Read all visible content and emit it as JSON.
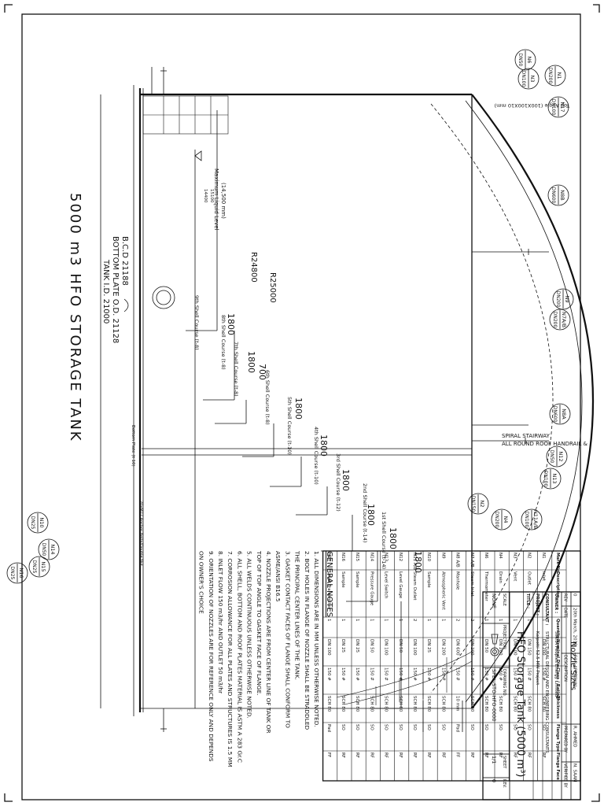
{
  "drawing": {
    "title": "5000 m3 HFO STORAGE TANK",
    "top_angle": "Top Angle (100X100X10 mm)",
    "liquid_level": "Maximum Liquid Level",
    "liquid_level_value": "(14,500 mm)",
    "r_inner": "R24800",
    "r_outer": "R25000",
    "handrail": "ALL ROUND ROOF HANDRAIL &",
    "stairway": "SPIRAL STAIRWAY",
    "tank_id": "TANK I.D. 21000",
    "bottom_od": "BOTTOM PLATE O.D. 21128",
    "bcd": "B.C.D 21188",
    "bottom_plate": "Bottom Plate (t 10)",
    "anchor": "20xM27 Anchor Bolts/Double Nut",
    "height_dims": [
      "14400",
      "15100"
    ]
  },
  "courses": [
    {
      "label": "9th Shell Course (t-8)",
      "dim": "1800"
    },
    {
      "label": "8th Shell Course (t-8)",
      "dim": "1800"
    },
    {
      "label": "7th Shell Course (t-8)",
      "dim": "700"
    },
    {
      "label": "6th Shell Course (t-8)",
      "dim": "1800"
    },
    {
      "label": "5th Shell Course (t-10)",
      "dim": "1800"
    },
    {
      "label": "4th Shell Course (t-10)",
      "dim": "1800"
    },
    {
      "label": "3rd Shell Course (t-12)",
      "dim": "1800"
    },
    {
      "label": "2nd Shell Course (t-14)",
      "dim": "1800"
    },
    {
      "label": "1st Shell Course (t-14)",
      "dim": "1800"
    }
  ],
  "nozzle_tags": [
    {
      "tag": "N1",
      "size": "DN200"
    },
    {
      "tag": "N17",
      "size": "DN100"
    },
    {
      "tag": "N6",
      "size": "DN50"
    },
    {
      "tag": "N3",
      "size": "DN100"
    },
    {
      "tag": "N8B",
      "size": "DN600"
    },
    {
      "tag": "N9",
      "size": "DN200"
    },
    {
      "tag": "N7A/B",
      "size": "DN200"
    },
    {
      "tag": "N8A",
      "size": "DN600"
    },
    {
      "tag": "N12",
      "size": "DN50"
    },
    {
      "tag": "N13",
      "size": "DN100"
    },
    {
      "tag": "N11A/B",
      "size": "DN100"
    },
    {
      "tag": "N4",
      "size": "DN200"
    },
    {
      "tag": "N2",
      "size": "DN150"
    },
    {
      "tag": "N10",
      "size": "DN25"
    },
    {
      "tag": "N14",
      "size": "DN50"
    },
    {
      "tag": "N15",
      "size": "DN25"
    },
    {
      "tag": "N16",
      "size": "DN25"
    }
  ],
  "nozzle_table": {
    "title": "Nozzle Sizes",
    "headers": [
      "Mark No.",
      "Description",
      "Quantity",
      "Nominal Dia.",
      "Class / Rating",
      "Thickness",
      "Flange Type",
      "Flange Face"
    ],
    "rows": [
      [
        "N1",
        "Inlet",
        "1",
        "DN 200",
        "150 #",
        "SCH 80",
        "SO",
        "RF"
      ],
      [
        "N2",
        "Outlet",
        "1",
        "DN 150",
        "150 #",
        "SCH 80",
        "SO",
        "RF"
      ],
      [
        "N3",
        "Vent",
        "1",
        "DN 100",
        "150 #",
        "SCH 80",
        "SO",
        "RF"
      ],
      [
        "N4",
        "Drain",
        "1",
        "DN 200",
        "150 #",
        "SCH 80",
        "SO",
        "RF"
      ],
      [
        "N6",
        "Thermometer",
        "1",
        "DN 50",
        "150 #",
        "SCH 80",
        "SO",
        "RF"
      ],
      [
        "N7 A/B",
        "Steam Inlet",
        "2",
        "DN 200",
        "150 #",
        "SCH 80",
        "SO",
        "RF"
      ],
      [
        "N8 A/B",
        "Manhole",
        "2",
        "DN 600",
        "150 #",
        "10 mm",
        "Pad",
        "FF"
      ],
      [
        "N9",
        "Atmospheric Vent",
        "1",
        "DN 200",
        "150 #",
        "SCH 80",
        "SO",
        "RF"
      ],
      [
        "N10",
        "Sample",
        "1",
        "DN 25",
        "150 #",
        "SCH 80",
        "SO",
        "RF"
      ],
      [
        "N11 A/B",
        "Steam Outlet",
        "2",
        "DN 100",
        "150 #",
        "SCH 80",
        "SO",
        "RF"
      ],
      [
        "N12",
        "Level Gauge",
        "1",
        "DN 50",
        "150 #",
        "SCH 80",
        "SO",
        "RF"
      ],
      [
        "N13",
        "Level Switch",
        "1",
        "DN 100",
        "150 #",
        "SCH 80",
        "SO",
        "RF"
      ],
      [
        "N14",
        "Pressure Gauge",
        "1",
        "DN 50",
        "150 #",
        "SCH 80",
        "SO",
        "RF"
      ],
      [
        "N15",
        "Sample",
        "1",
        "DN 25",
        "150 #",
        "SCH 80",
        "SO",
        "RF"
      ],
      [
        "N16",
        "Sample",
        "1",
        "DN 25",
        "150 #",
        "SCH 80",
        "SO",
        "RF"
      ],
      [
        "N17",
        "Level Transmitter",
        "1",
        "DN 100",
        "150 #",
        "SCH 80",
        "Pad",
        "FF"
      ]
    ]
  },
  "notes": {
    "heading": "GENERAL NOTES",
    "items": [
      "1. ALL DIMENSIONS ARE IN MM UNLESS OTHERWISE NOTED.",
      "2. BOLT HOLES IN FLANGE OF NOZZLE SHALL BE STRADDLED",
      "    THE PRINCIPAL CENTER LINES OF THE TANK.",
      "3. GASKET CONTACT FACES OF FLANGE SHALL CONFORM TO",
      "    ASME/ANSI B16.5",
      "4. NOZZLE PROJECTIONS ARE FROM CENTER LINE OF TANK OR",
      "    TOP OF TOP ANGLE TO GASKET FACE OF FLANGE.",
      "5. ALL WELDS CONTINUOUS UNLESS OTHERWISE NOTED.",
      "6. ALL SHELL, BOTTOM AND ROOF PLATES MATERIAL IS ASTM A 283 Gr.C",
      "7. CORROSION ALLOWANCE FOR ALL PLATES AND STRUCTURES IS 1.5 MM",
      "8. INLET FLOW 150 m3/hr AND OUTLET 50 m3/hr",
      "9. ORIENTATION OF NOZZLES ARE FOR REFERENCE ONLY AND DEPENDS",
      "    ON OWNER'S CHOICE"
    ]
  },
  "title_block": {
    "rev": {
      "no": "0",
      "date": "20th March, 2013",
      "desc": "FOR APPROVAL",
      "by1": "R. AHMED",
      "by2": "N. SAAM"
    },
    "rev_headers": {
      "no": "REV",
      "date": "DATE",
      "desc": "DESCRIPTION",
      "by1": "PREPARED BY",
      "by2": "VERIFIED BY"
    },
    "owner_label": "OWNER :",
    "owner": "SINHA Peoples Energy Limited",
    "consultant_label": "CONSULTANT :",
    "consultant": "STRUCTURAL DESIGN AND ENGINEERING CONSULTANTS",
    "project_label": "PROJECT :",
    "project": "Katpotti 52.5 MW Project",
    "title_label": "TITLE :",
    "title": "HFO Storage Tank (5000 m³)",
    "scale_label": "SCALE",
    "scale": "NONE",
    "projection_label": "PROJECTION",
    "drawing_no_label": "DRAWING NO.",
    "drawing_no": "SPEL-STO-HFO-0000",
    "sheet_label": "SHEET",
    "sheet": "1/1",
    "rev_label": "REV.",
    "rev_value": "0"
  }
}
